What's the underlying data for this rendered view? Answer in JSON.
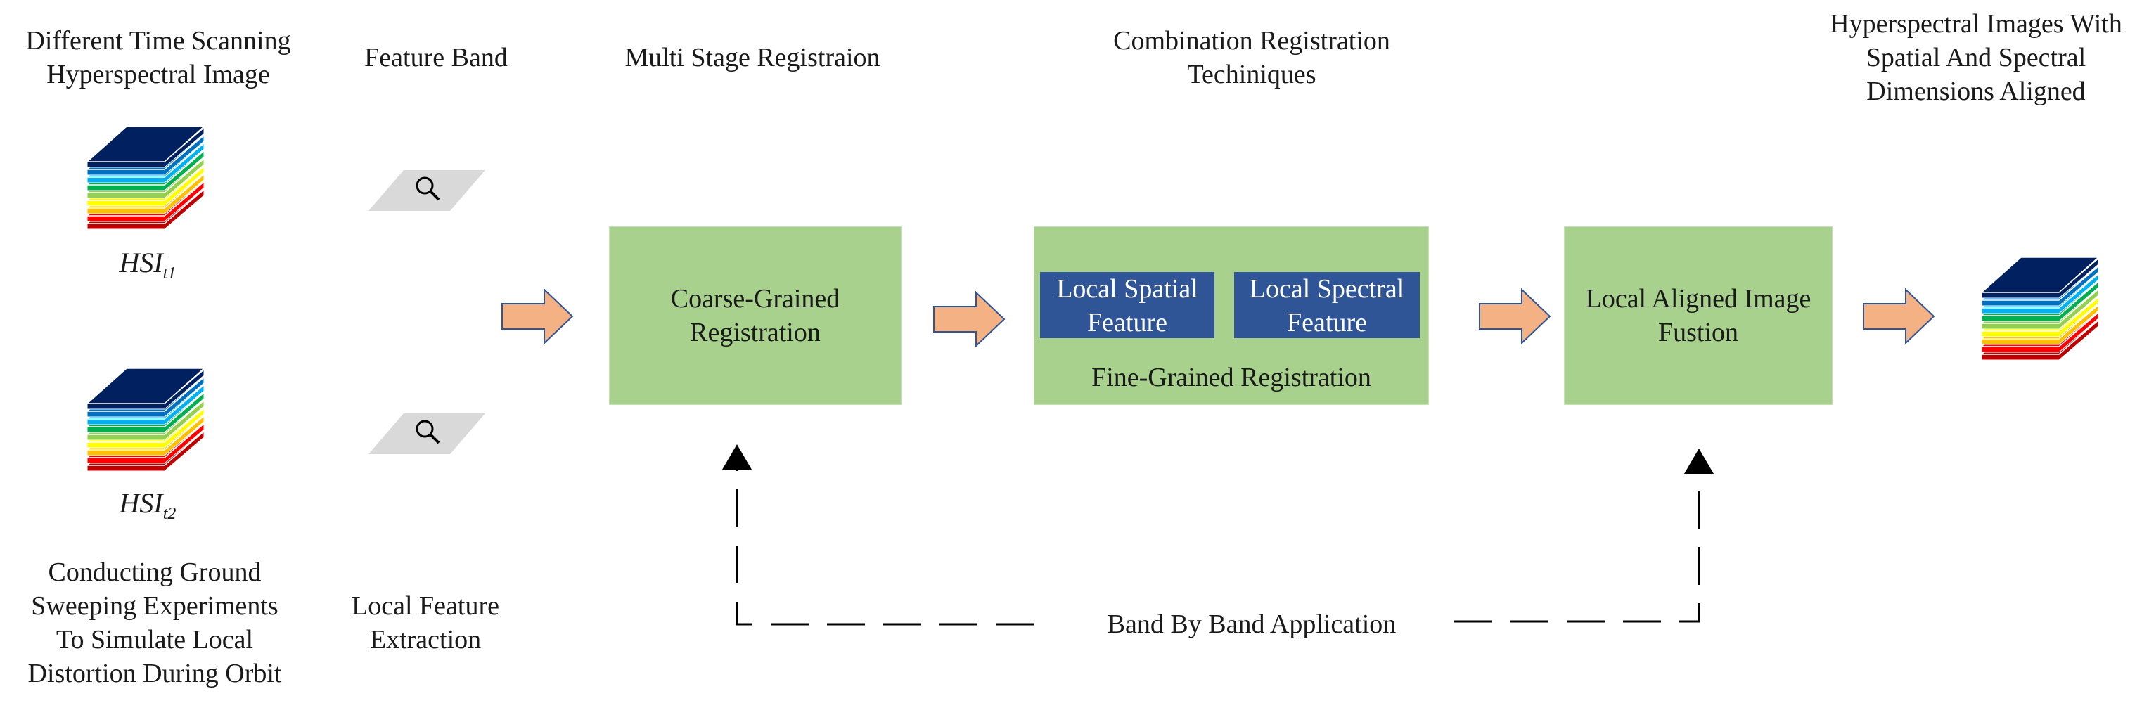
{
  "titles": {
    "input": "Different Time Scanning\nHyperspectral Image",
    "feature_band": "Feature Band",
    "multi_stage": "Multi Stage Registraion",
    "combination": "Combination Registration\nTechiniques",
    "output": "Hyperspectral Images With\nSpatial And Spectral\nDimensions Aligned"
  },
  "bottom_notes": {
    "experiment": "Conducting Ground\nSweeping Experiments\nTo Simulate Local\nDistortion During Orbit",
    "extraction": "Local Feature\nExtraction"
  },
  "hsi_labels": [
    {
      "base": "HSI",
      "sub": "t1"
    },
    {
      "base": "HSI",
      "sub": "t2"
    }
  ],
  "boxes": {
    "coarse": "Coarse-Grained\nRegistration",
    "fine": "Fine-Grained Registration",
    "local_spatial": "Local Spatial\nFeature",
    "local_spectral": "Local Spectral\nFeature",
    "fusion": "Local Aligned Image\nFustion"
  },
  "feedback_label": "Band By Band Application",
  "icons": {
    "stack": "hyperspectral-stack-icon",
    "magnifier": "magnifier-icon",
    "arrow": "block-arrow-right"
  },
  "colors": {
    "green_box": "#a9d18e",
    "blue_box": "#2f5597",
    "arrow_fill": "#f4b183",
    "arrow_stroke": "#2f5597",
    "stack_layers": [
      "#c00000",
      "#ff0000",
      "#ffc000",
      "#ffff00",
      "#92d050",
      "#00b050",
      "#00b0f0",
      "#0070c0",
      "#002060"
    ]
  }
}
